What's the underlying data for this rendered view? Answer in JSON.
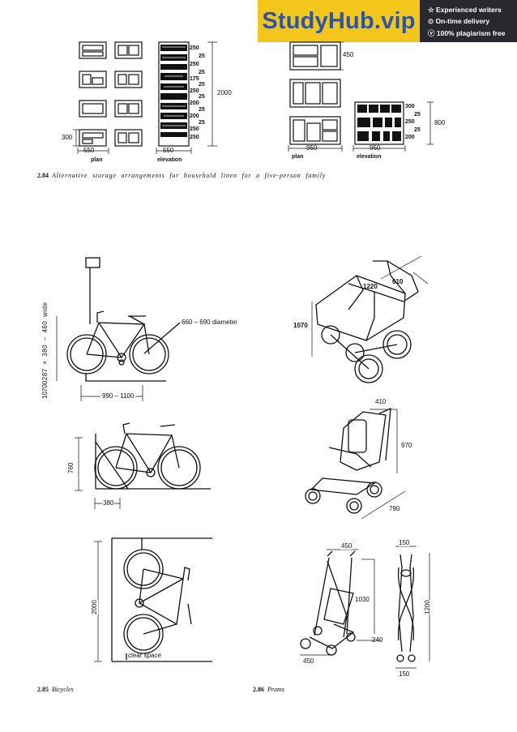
{
  "banner": {
    "logo": "StudyHub.vip",
    "features": [
      "☆ Experienced writers",
      "⊙ On-time delivery",
      "ⓥ 100% plagiarism free"
    ]
  },
  "fig284": {
    "number": "2.84",
    "caption": "Alternative storage arrangements for household linen for a five-person family",
    "left": {
      "plan_label": "plan",
      "elevation_label": "elevation",
      "height_left": "300",
      "width_plan": "550",
      "width_elev": "550",
      "height_total": "2000",
      "shelf_dims": [
        "250",
        "25",
        "250",
        "25",
        "175",
        "25",
        "250",
        "25",
        "200",
        "25",
        "200",
        "25",
        "250",
        "250"
      ]
    },
    "right": {
      "plan_label": "plan",
      "elevation_label": "elevation",
      "depth": "450",
      "width_plan": "950",
      "width_elev": "950",
      "height_total": "800",
      "shelf_dims": [
        "300",
        "25",
        "250",
        "25",
        "200"
      ]
    }
  },
  "fig285": {
    "number": "2.85",
    "caption": "Bicycles",
    "dims": {
      "height_side": "1070",
      "size_range": "0287 × 380 – 460 wide",
      "wheel_dia": "660 – 690 diameter",
      "length": "990 – 1100",
      "hung_height": "760",
      "hung_width": "380",
      "vertical_height": "2000",
      "clear_space": "clear space"
    }
  },
  "fig286": {
    "number": "2.86",
    "caption": "Prams",
    "dims": {
      "pram_length": "1220",
      "pram_width": "610",
      "pram_height": "1070",
      "stroller_width": "410",
      "stroller_height": "970",
      "stroller_depth": "790",
      "buggy_width": "450",
      "buggy_height": "1030",
      "buggy_depth": "240",
      "buggy_base": "450",
      "folded_top": "150",
      "folded_height": "1200",
      "folded_bottom": "150"
    }
  }
}
